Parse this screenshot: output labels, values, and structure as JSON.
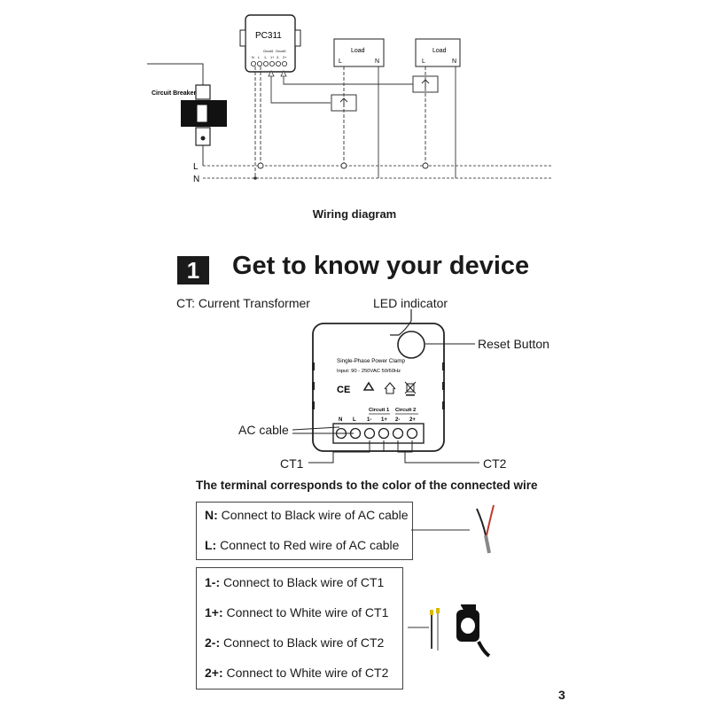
{
  "wiring": {
    "device_label": "PC311",
    "device_terminals": [
      "N",
      "L",
      "1-",
      "1+",
      "2-",
      "2+"
    ],
    "device_terminal_group_labels": [
      "Circuit1",
      "Circuit2"
    ],
    "circuit_breaker_label": "Circuit Breaker",
    "load_label": "Load",
    "load_terminals": [
      "L",
      "N"
    ],
    "line_labels": [
      "L",
      "N"
    ],
    "caption": "Wiring diagram"
  },
  "section": {
    "number": "1",
    "title": "Get to know your device"
  },
  "device": {
    "ct_note": "CT: Current Transformer",
    "led_label": "LED indicator",
    "reset_label": "Reset Button",
    "ac_cable_label": "AC cable",
    "ct1_label": "CT1",
    "ct2_label": "CT2",
    "product_name": "Single-Phase Power Clamp",
    "input_spec": "Input: 90 - 250VAC 50/60Hz",
    "cert_marks": [
      "CE"
    ],
    "terminal_labels": [
      "N",
      "L",
      "1-",
      "1+",
      "2-",
      "2+"
    ],
    "circuit1_label": "Circuit 1",
    "circuit2_label": "Circuit 2"
  },
  "terminal_heading": "The terminal corresponds to the color of the connected wire",
  "ac_table": [
    {
      "key": "N:",
      "text": " Connect to Black wire of AC cable"
    },
    {
      "key": "L:",
      "text": " Connect to Red wire of AC cable"
    }
  ],
  "ct_table": [
    {
      "key": "1-:",
      "text": " Connect to Black wire of CT1"
    },
    {
      "key": "1+:",
      "text": " Connect to White wire of CT1"
    },
    {
      "key": "2-:",
      "text": " Connect to Black wire of CT2"
    },
    {
      "key": "2+:",
      "text": " Connect to White wire of CT2"
    }
  ],
  "page_number": "3",
  "colors": {
    "ink": "#1a1a1a",
    "line_dash": "#555555",
    "wire_red": "#c0392b",
    "wire_white_tip": "#d9b800",
    "clamp_body": "#111111"
  }
}
